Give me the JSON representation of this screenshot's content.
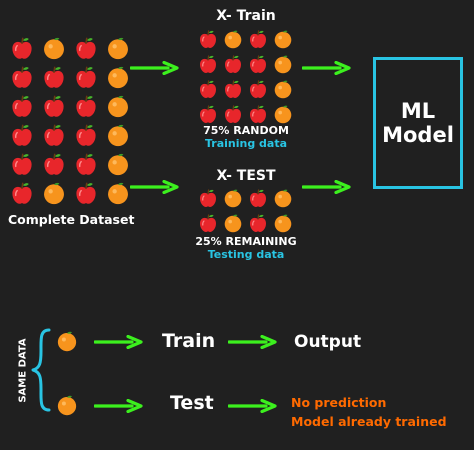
{
  "dataset": {
    "label": "Complete Dataset"
  },
  "train": {
    "title": "X- Train",
    "pct": "75% RANDOM",
    "sub": "Training data"
  },
  "test": {
    "title": "X- TEST",
    "pct": "25% REMAINING",
    "sub": "Testing data"
  },
  "model": {
    "line1": "ML",
    "line2": "Model"
  },
  "bottom": {
    "side_label": "SAME DATA",
    "train_label": "Train",
    "output_label": "Output",
    "test_label": "Test",
    "no_pred_line1": "No prediction",
    "no_pred_line2": "Model already trained"
  },
  "colors": {
    "background": "#202020",
    "accent_cyan": "#29c4e3",
    "arrow_green": "#3cf01e",
    "warning_orange": "#ff6a00",
    "apple_red": "#e8262b",
    "orange": "#f7941d"
  },
  "icons": {
    "apple": "apple-icon",
    "orange": "orange-icon",
    "arrow": "arrow-right-icon",
    "brace": "brace-icon"
  }
}
